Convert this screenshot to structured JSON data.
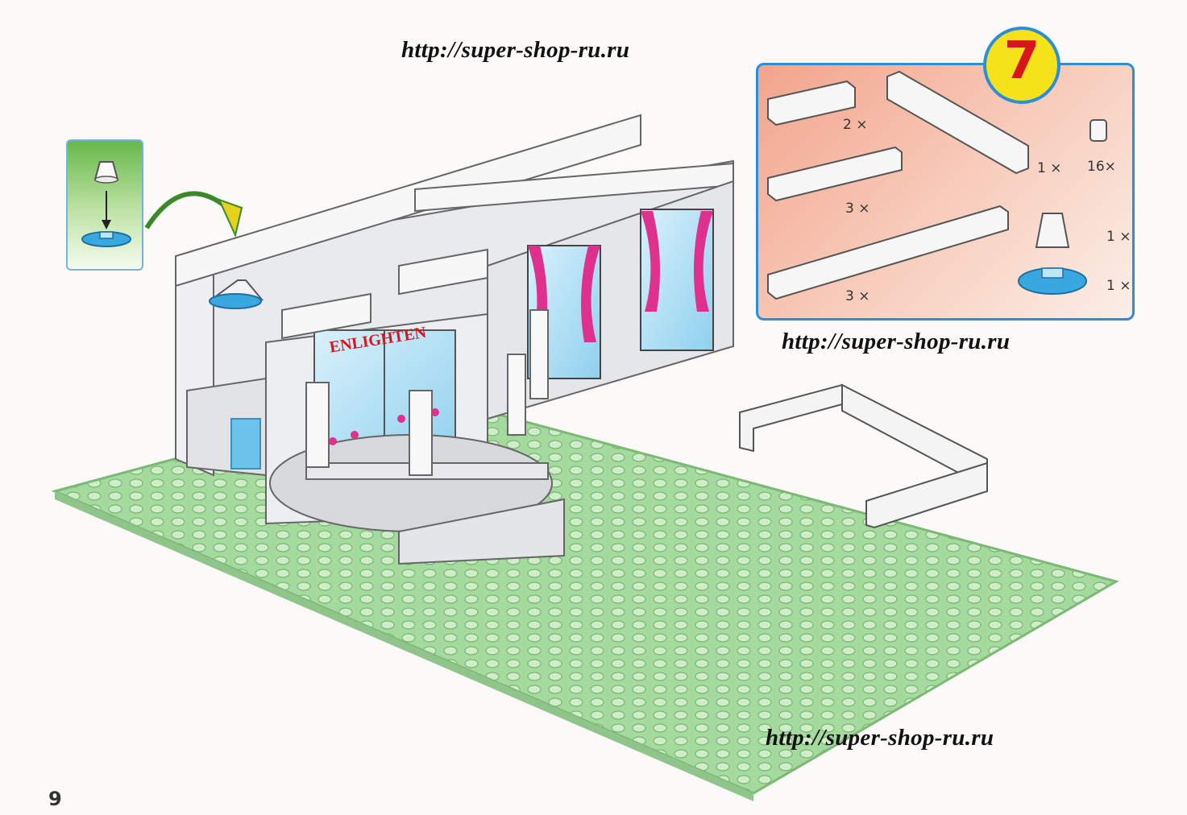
{
  "watermarks": [
    "http://super-shop-ru.ru",
    "http://super-shop-ru.ru",
    "http://super-shop-ru.ru"
  ],
  "page_number": "9",
  "step": {
    "number": "7"
  },
  "sign_text": "ENLIGHTEN",
  "parts": [
    {
      "qty": "2 ×",
      "piece": "brick-1x4"
    },
    {
      "qty": "1 ×",
      "piece": "brick-1x8"
    },
    {
      "qty": "16×",
      "piece": "round-brick-1x1"
    },
    {
      "qty": "3 ×",
      "piece": "brick-1x6"
    },
    {
      "qty": "1 ×",
      "piece": "lamp-cone"
    },
    {
      "qty": "3 ×",
      "piece": "brick-1x10"
    },
    {
      "qty": "1 ×",
      "piece": "round-plate-base"
    }
  ],
  "colors": {
    "baseplate": "#9fd69a",
    "brick": "#f2f2f2",
    "badge_fill": "#f6e21a",
    "badge_text": "#d8141c",
    "border_blue": "#2a8fd6",
    "curtain": "#e0308e",
    "lamp_base": "#39a8e0"
  }
}
